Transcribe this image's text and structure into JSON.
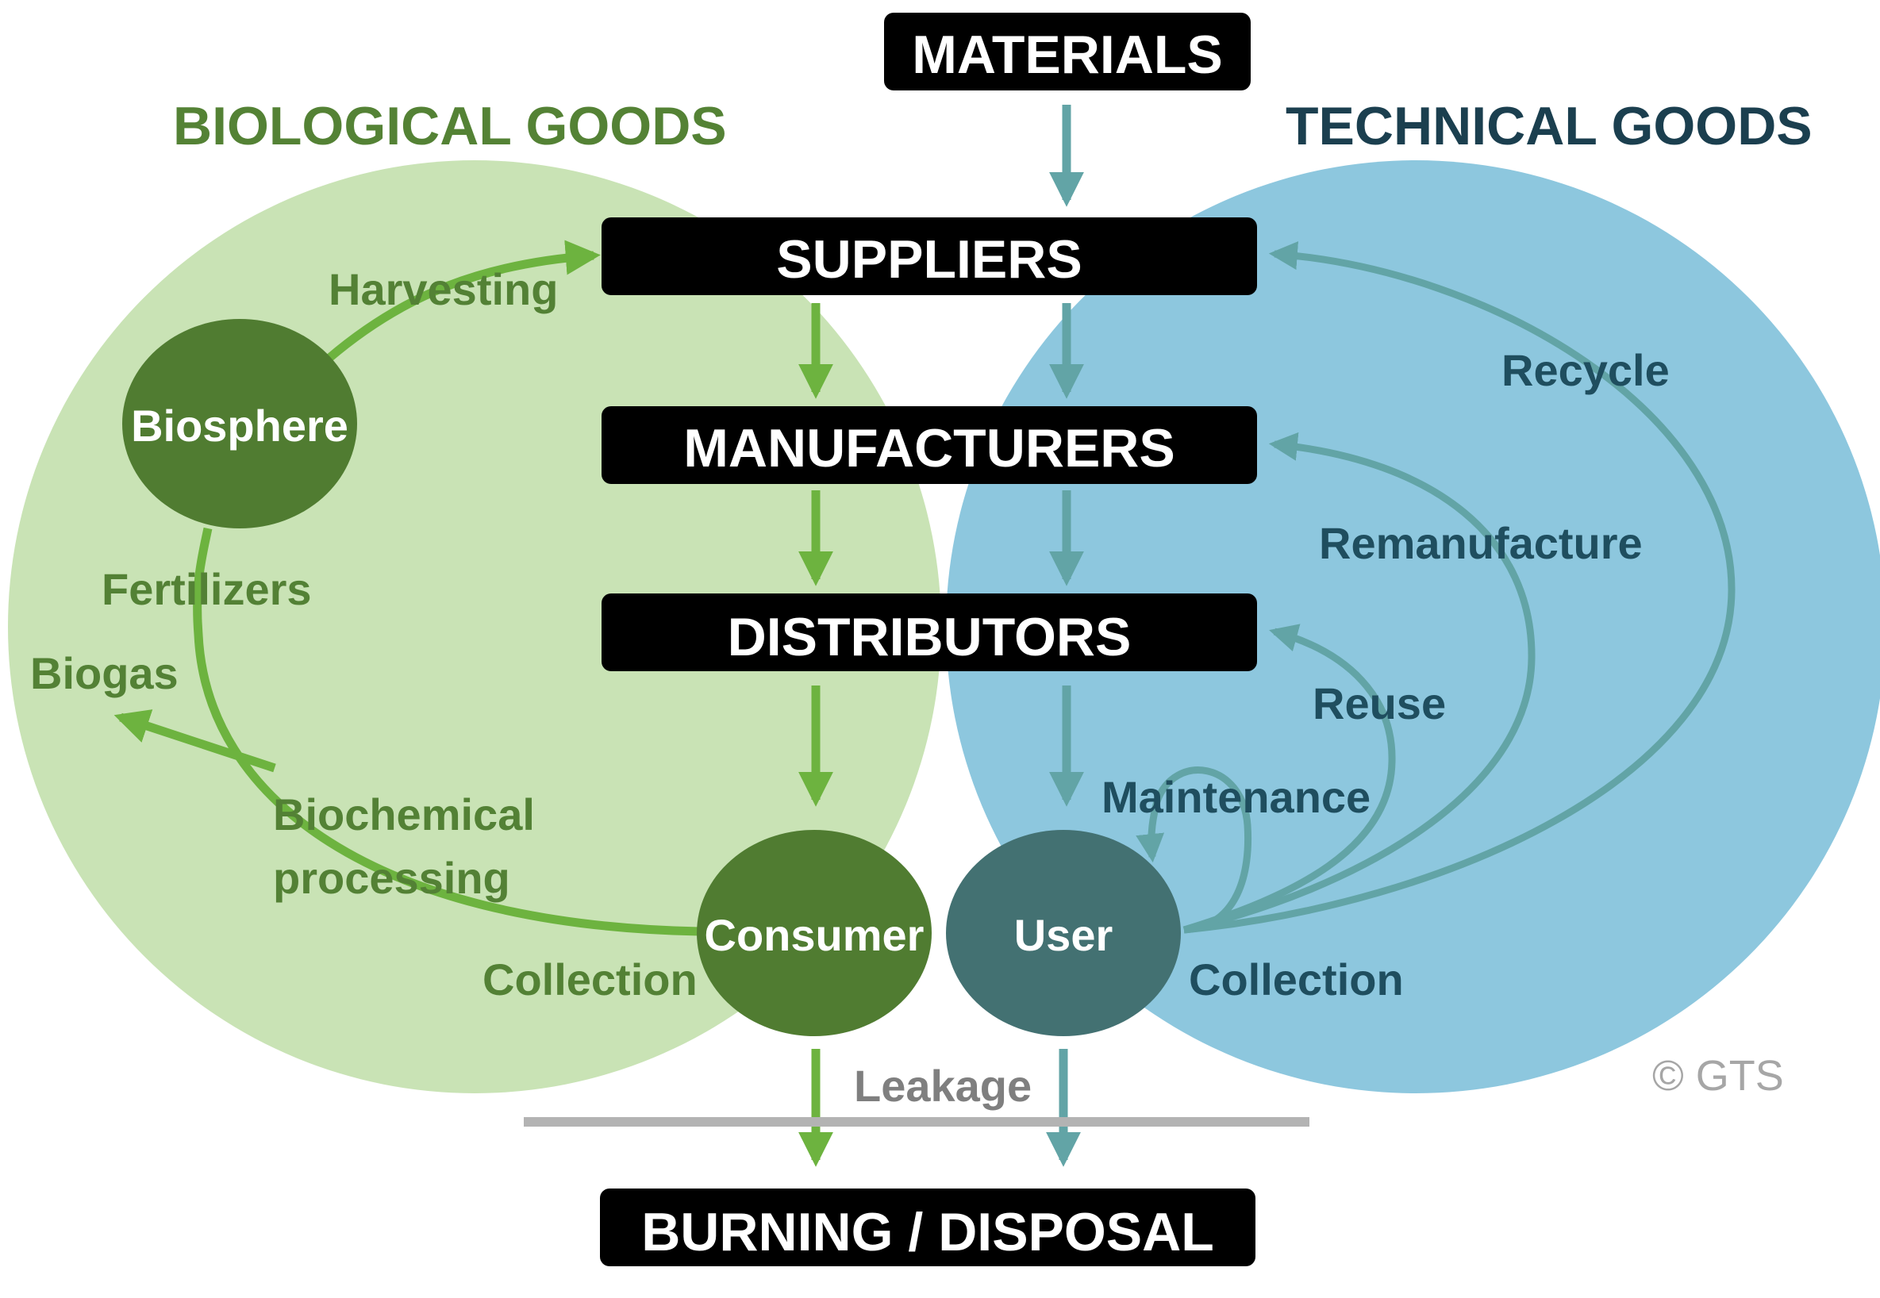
{
  "headings": {
    "biological": "BIOLOGICAL GOODS",
    "technical": "TECHNICAL GOODS"
  },
  "stages": {
    "materials": "MATERIALS",
    "suppliers": "SUPPLIERS",
    "manufacturers": "MANUFACTURERS",
    "distributors": "DISTRIBUTORS",
    "disposal": "BURNING / DISPOSAL"
  },
  "nodes": {
    "biosphere": "Biosphere",
    "consumer": "Consumer",
    "user": "User"
  },
  "biological_loop": {
    "harvesting": "Harvesting",
    "fertilizers": "Fertilizers",
    "biogas": "Biogas",
    "biochemical_1": "Biochemical",
    "biochemical_2": "processing",
    "collection": "Collection"
  },
  "technical_loop": {
    "recycle": "Recycle",
    "remanufacture": "Remanufacture",
    "reuse": "Reuse",
    "maintenance": "Maintenance",
    "collection": "Collection"
  },
  "leakage": "Leakage",
  "copyright": "© GTS",
  "colors": {
    "bio_circle": "#c9e3b5",
    "tech_circle": "#8dc7de",
    "bio_dark": "#507c31",
    "tech_dark": "#437172",
    "bio_arrow": "#6db33f",
    "tech_arrow": "#62a4a6",
    "box": "#000000",
    "leak_line": "#b3b3b3"
  }
}
